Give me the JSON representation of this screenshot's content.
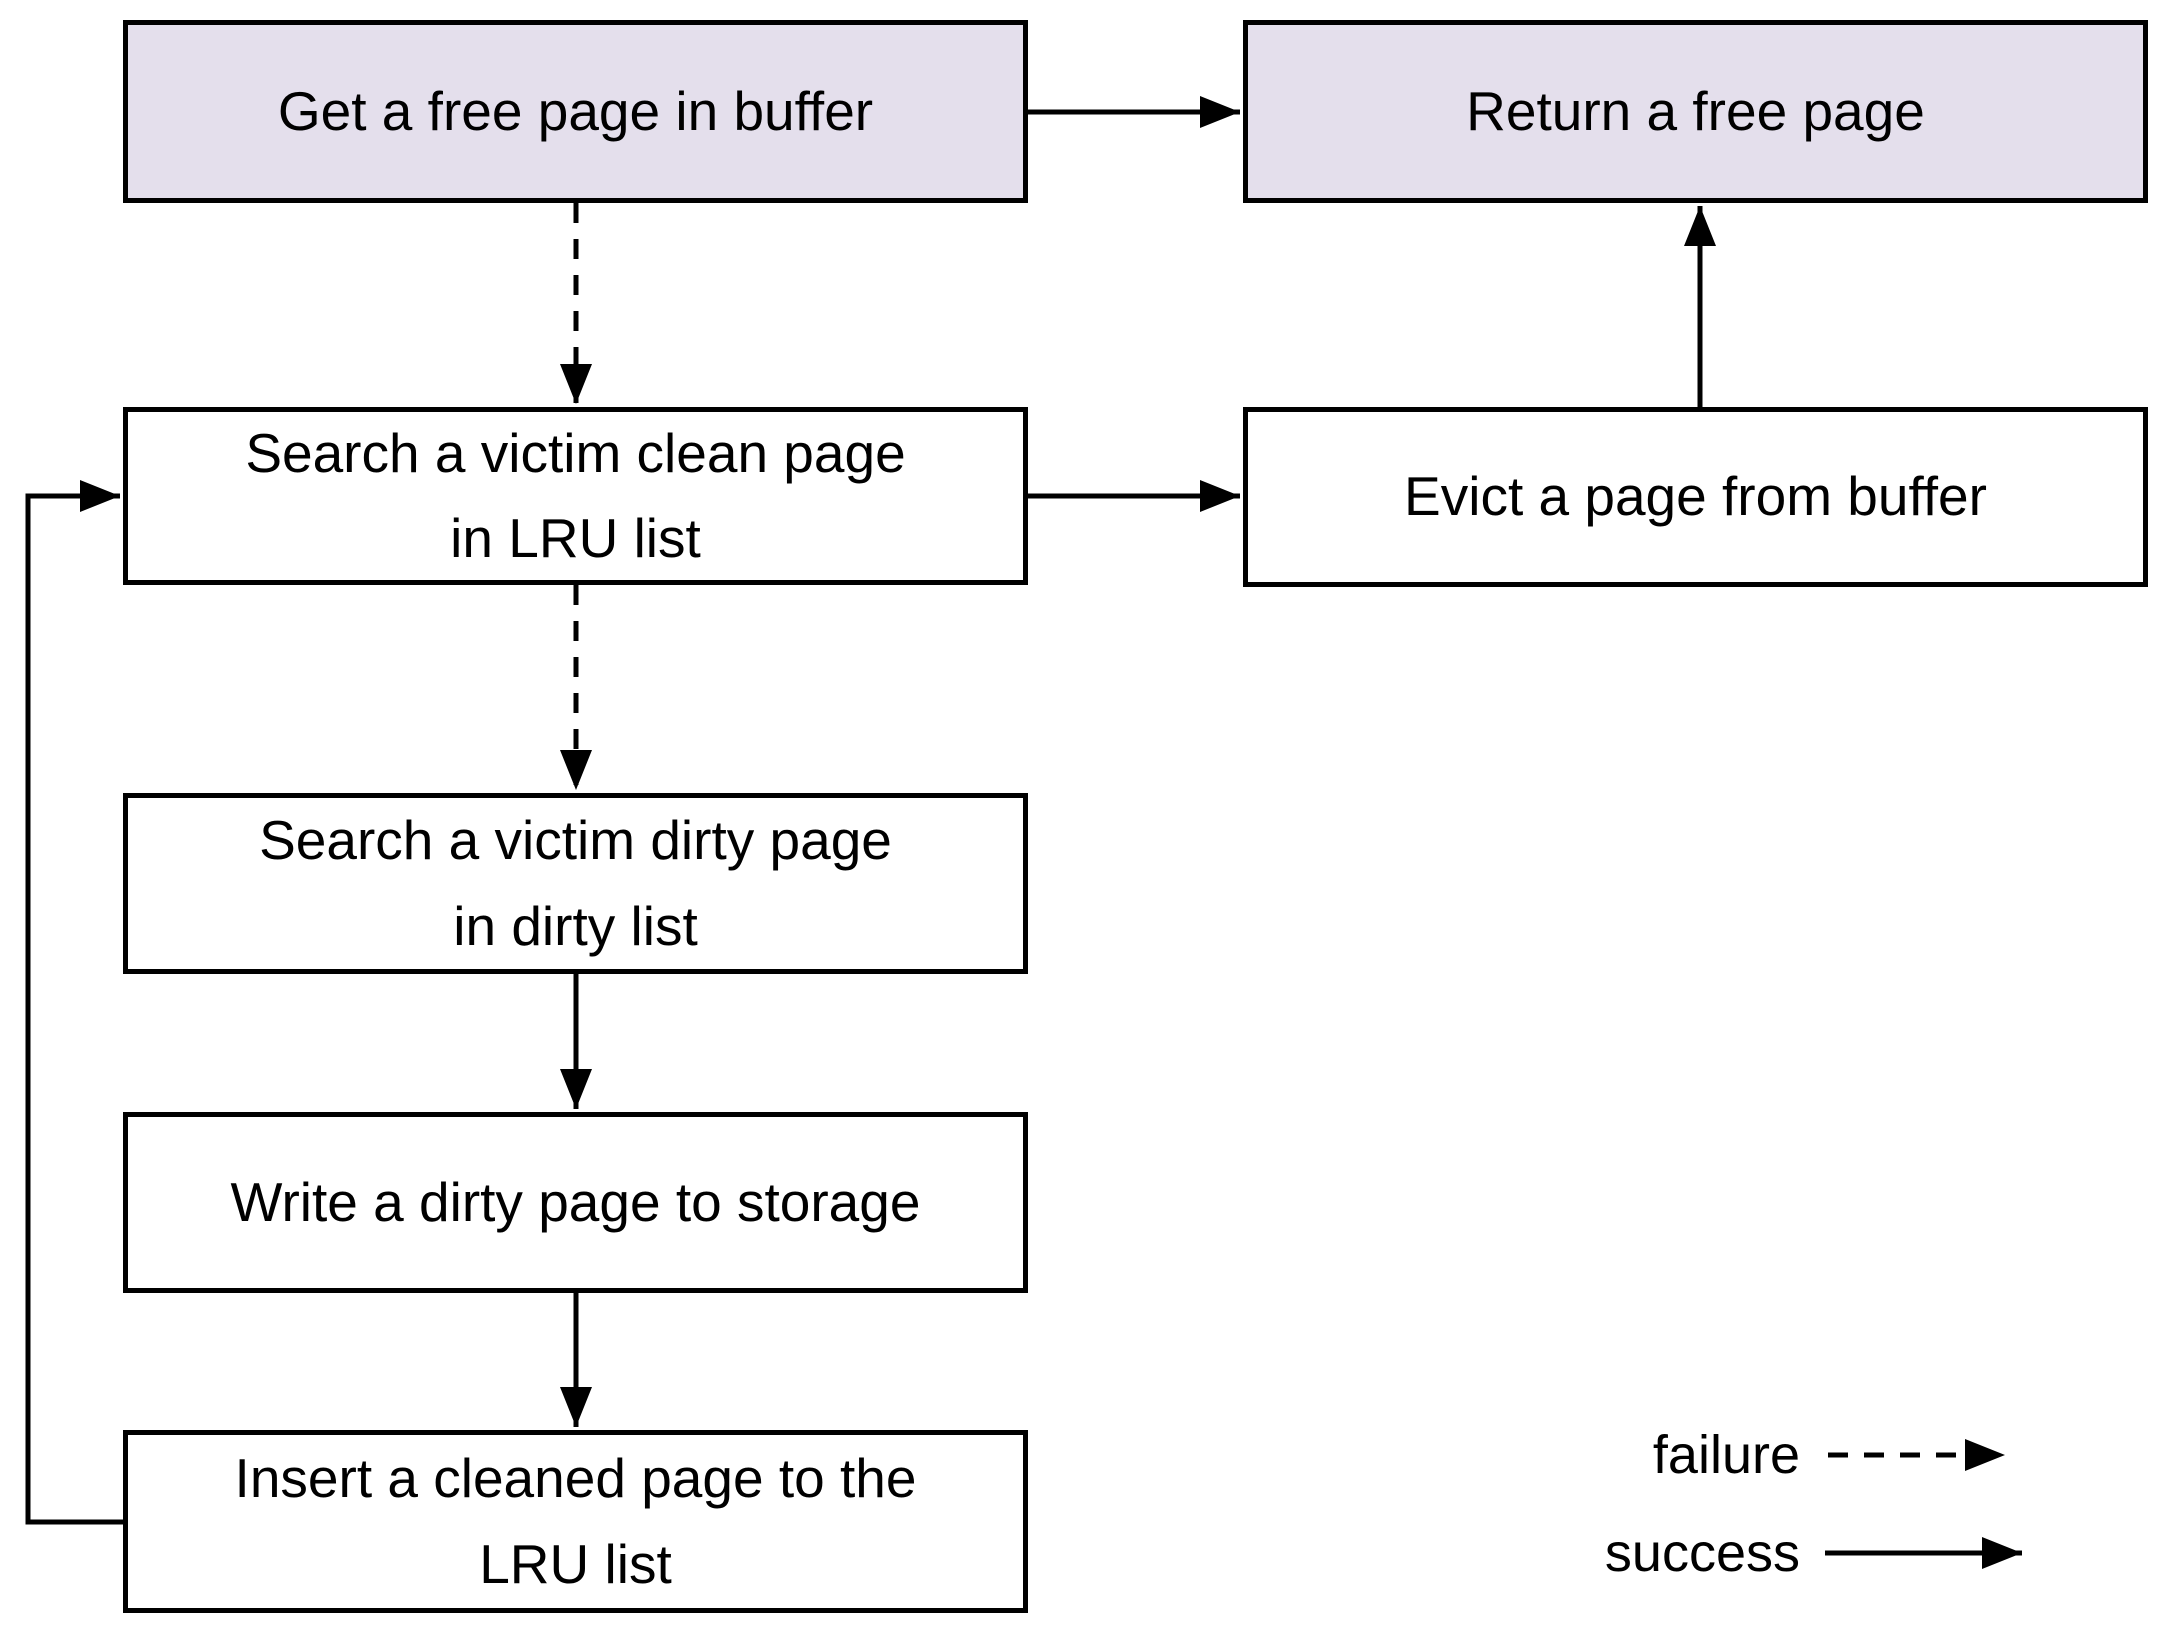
{
  "diagram": {
    "title": "",
    "nodes": [
      {
        "id": "get-free-page",
        "label": "Get a free page in buffer",
        "fill": "#e4dfec"
      },
      {
        "id": "return-free-page",
        "label": "Return a free page",
        "fill": "#e4dfec"
      },
      {
        "id": "search-clean",
        "label": "Search a victim clean page\nin LRU list",
        "fill": "#ffffff"
      },
      {
        "id": "evict-page",
        "label": "Evict a page from buffer",
        "fill": "#ffffff"
      },
      {
        "id": "search-dirty",
        "label": "Search a victim dirty page\nin dirty list",
        "fill": "#ffffff"
      },
      {
        "id": "write-dirty",
        "label": "Write a dirty page to storage",
        "fill": "#ffffff"
      },
      {
        "id": "insert-cleaned",
        "label": "Insert a cleaned page to the\nLRU list",
        "fill": "#ffffff"
      }
    ],
    "edges": [
      {
        "from": "get-free-page",
        "to": "return-free-page",
        "style": "solid",
        "meaning": "success"
      },
      {
        "from": "get-free-page",
        "to": "search-clean",
        "style": "dashed",
        "meaning": "failure"
      },
      {
        "from": "search-clean",
        "to": "evict-page",
        "style": "solid",
        "meaning": "success"
      },
      {
        "from": "evict-page",
        "to": "return-free-page",
        "style": "solid",
        "meaning": "success"
      },
      {
        "from": "search-clean",
        "to": "search-dirty",
        "style": "dashed",
        "meaning": "failure"
      },
      {
        "from": "search-dirty",
        "to": "write-dirty",
        "style": "solid",
        "meaning": "success"
      },
      {
        "from": "write-dirty",
        "to": "insert-cleaned",
        "style": "solid",
        "meaning": "success"
      },
      {
        "from": "insert-cleaned",
        "to": "search-clean",
        "style": "solid",
        "meaning": "success"
      }
    ],
    "legend": {
      "failure_label": "failure",
      "success_label": "success"
    },
    "colors": {
      "node_fill_accent": "#e4dfec",
      "node_fill_default": "#ffffff",
      "stroke": "#000000",
      "background": "#ffffff"
    }
  }
}
